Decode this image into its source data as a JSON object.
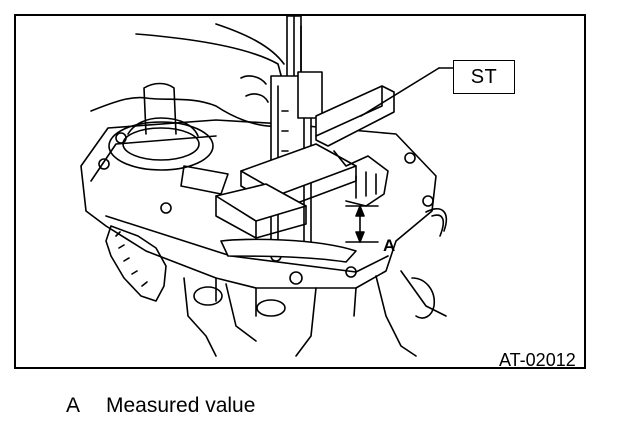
{
  "callout": {
    "label": "ST"
  },
  "dimension": {
    "label": "A"
  },
  "figure": {
    "code": "AT-02012"
  },
  "legend": {
    "key": "A",
    "text": "Measured value"
  }
}
